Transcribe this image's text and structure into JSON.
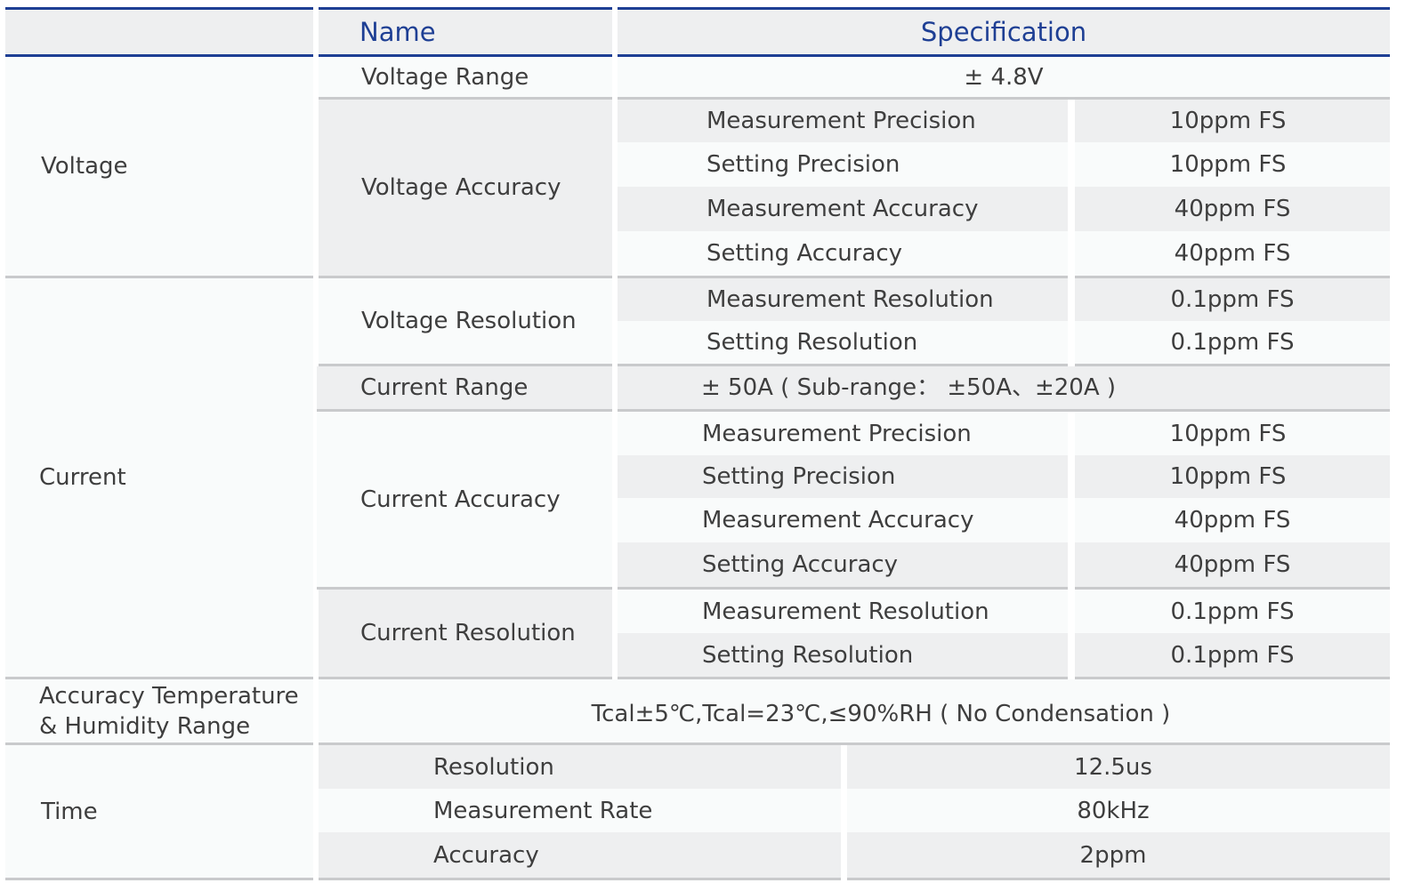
{
  "header": {
    "name": "Name",
    "specification": "Specification"
  },
  "groups": {
    "voltage": "Voltage",
    "current": "Current",
    "acc_temp": "Accuracy Temperature & Humidity Range",
    "time": "Time"
  },
  "voltage": {
    "range_label": "Voltage Range",
    "range_value": "± 4.8V",
    "accuracy_label": "Voltage Accuracy",
    "accuracy_rows": [
      {
        "label": "Measurement Precision",
        "value": "10ppm FS"
      },
      {
        "label": "Setting Precision",
        "value": "10ppm FS"
      },
      {
        "label": "Measurement Accuracy",
        "value": "40ppm FS"
      },
      {
        "label": "Setting Accuracy",
        "value": "40ppm FS"
      }
    ],
    "resolution_label": "Voltage Resolution",
    "resolution_rows": [
      {
        "label": "Measurement Resolution",
        "value": "0.1ppm FS"
      },
      {
        "label": "Setting Resolution",
        "value": "0.1ppm FS"
      }
    ]
  },
  "current": {
    "range_label": "Current Range",
    "range_value": "± 50A ( Sub-range： ±50A、±20A )",
    "accuracy_label": "Current Accuracy",
    "accuracy_rows": [
      {
        "label": "Measurement Precision",
        "value": "10ppm FS"
      },
      {
        "label": "Setting Precision",
        "value": "10ppm FS"
      },
      {
        "label": "Measurement Accuracy",
        "value": "40ppm FS"
      },
      {
        "label": "Setting Accuracy",
        "value": "40ppm FS"
      }
    ],
    "resolution_label": "Current Resolution",
    "resolution_rows": [
      {
        "label": "Measurement Resolution",
        "value": "0.1ppm FS"
      },
      {
        "label": "Setting Resolution",
        "value": "0.1ppm FS"
      }
    ]
  },
  "acc_temp_value": "Tcal±5℃,Tcal=23℃,≤90%RH ( No Condensation )",
  "time": {
    "rows": [
      {
        "label": "Resolution",
        "value": "12.5us"
      },
      {
        "label": "Measurement Rate",
        "value": "80kHz"
      },
      {
        "label": "Accuracy",
        "value": "2ppm"
      }
    ]
  }
}
